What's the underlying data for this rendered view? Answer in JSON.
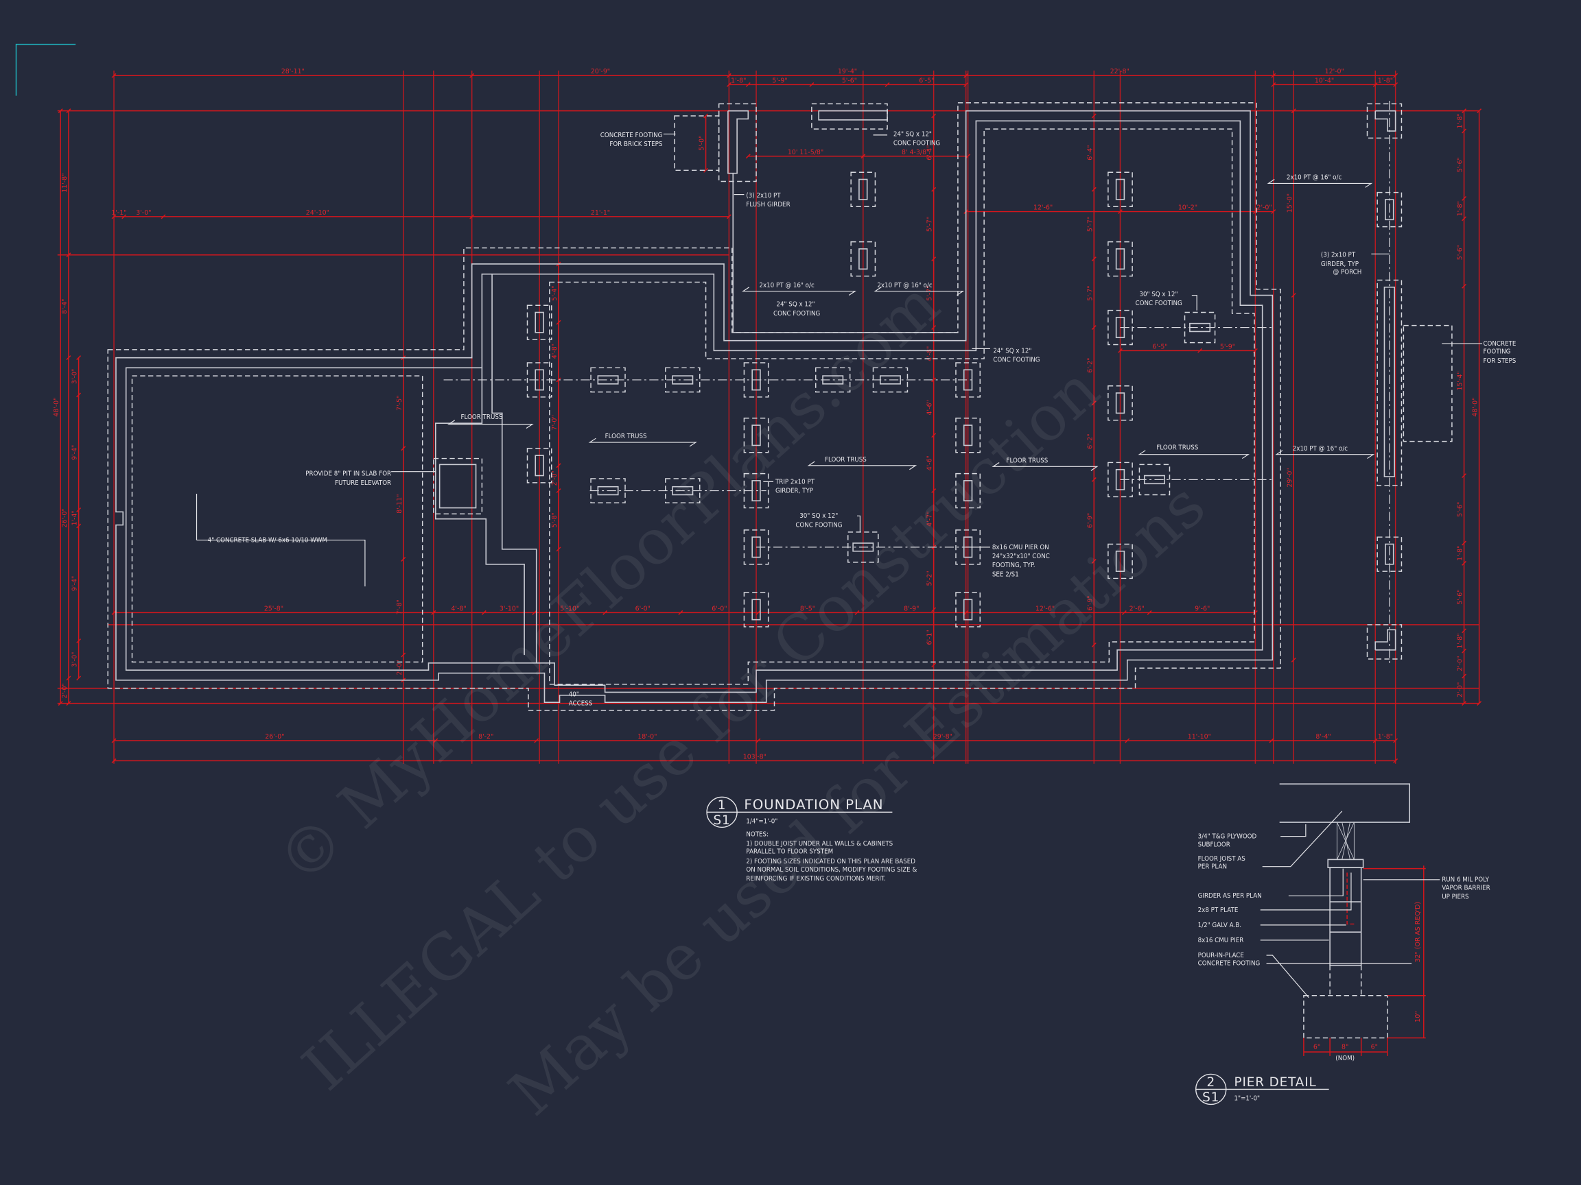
{
  "watermark": [
    "© MyHomeFloorPlans.com",
    "ILLEGAL to use for Construction",
    "May be used for Estimations"
  ],
  "dimensions": {
    "top_overall": [
      "28'-11\"",
      "20'-9\"",
      "19'-4\"",
      "22'-8\"",
      "12'-0\""
    ],
    "top_detail_left": [
      "1'-8\"",
      "5'-9\"",
      "5'-6\"",
      "6'-5\""
    ],
    "top_detail_right": [
      "10'-4\"",
      "1'-8\""
    ],
    "second_row": [
      "1'-1\"",
      "3'-0\"",
      "24'-10\"",
      "21'-1\""
    ],
    "porch_upper": [
      "10' 11-5/8\"",
      "8' 4-3/8\""
    ],
    "center_upper": [
      "12'-6\"",
      "10'-2\"",
      "2'-0\""
    ],
    "right_footing": [
      "6'-5\"",
      "5'-9\""
    ],
    "interior_row": [
      "25'-8\"",
      "4'-8\"",
      "3'-10\"",
      "5'-10\"",
      "6'-0\"",
      "6'-0\"",
      "8'-5\"",
      "8'-9\"",
      "12'-6\"",
      "2'-6\"",
      "9'-6\""
    ],
    "bottom_row": [
      "26'-0\"",
      "8'-2\"",
      "18'-0\"",
      "29'-8\"",
      "11'-10\"",
      "8'-4\"",
      "1'-8\""
    ],
    "bottom_overall": [
      "103'-8\""
    ],
    "left_overall": [
      "48'-0\""
    ],
    "left_mid": [
      "11'-8\"",
      "8'-4\"",
      "26'-0\"",
      "2'-0\""
    ],
    "left_inner": [
      "3'-0\"",
      "9'-4\"",
      "1'-4\"",
      "9'-4\"",
      "3'-0\""
    ],
    "right_overall": [
      "48'-0\""
    ],
    "right_inner": [
      "1'-8\"",
      "5'-6\"",
      "1'-8\"",
      "5'-6\"",
      "15'-4\"",
      "5'-6\"",
      "1'-8\"",
      "5'-6\"",
      "1'-8\"",
      "2'-0\"",
      "2'-0\""
    ],
    "col_a": [
      "5'-4\"",
      "4'-8\"",
      "7'-0\"",
      "2'-0\"",
      "5'-8\""
    ],
    "col_b": [
      "7'-5\"",
      "8'-11\"",
      "7'-8\"",
      "2'-0\""
    ],
    "col_c": [
      "6'-4\"",
      "5'-7\"",
      "5'-7\"",
      "4'-8\"",
      "4'-6\"",
      "4'-6\"",
      "4'-7\"",
      "5'-2\"",
      "6'-1\""
    ],
    "col_d": [
      "6'-4\"",
      "5'-7\"",
      "5'-7\"",
      "6'-2\"",
      "6'-2\"",
      "6'-9\"",
      "6'-9\""
    ],
    "col_e": [
      "15'-0\"",
      "29'-0\""
    ],
    "steps_left": [
      "5'-0\""
    ]
  },
  "annotations": {
    "brick_steps": [
      "CONCRETE FOOTING",
      "FOR BRICK STEPS"
    ],
    "conc_footing_24_top": [
      "24\" SQ x 12\"",
      "CONC FOOTING"
    ],
    "flush_girder": [
      "(3) 2x10 PT",
      "FLUSH GIRDER"
    ],
    "joist_porch_right": "2x10 PT @ 16\" o/c",
    "porch_girder": [
      "(3) 2x10 PT",
      "GIRDER, TYP",
      "@ PORCH"
    ],
    "joist_porch_a": "2x10 PT @ 16\" o/c",
    "joist_porch_b": "2x10 PT @ 16\" o/c",
    "conc_footing_24_mid": [
      "24\" SQ x 12\"",
      "CONC FOOTING"
    ],
    "conc_footing_30_right": [
      "30\" SQ x 12\"",
      "CONC FOOTING"
    ],
    "conc_footing_24_center": [
      "24\" SQ x 12\"",
      "CONC FOOTING"
    ],
    "steps_footing": [
      "CONCRETE",
      "FOOTING",
      "FOR STEPS"
    ],
    "floor_truss": [
      "FLOOR TRUSS",
      "FLOOR TRUSS",
      "FLOOR TRUSS",
      "FLOOR TRUSS",
      "FLOOR TRUSS"
    ],
    "joist_rear_porch": "2x10 PT @ 16\" o/c",
    "elevator": [
      "PROVIDE 8\" PIT IN SLAB FOR",
      "FUTURE ELEVATOR"
    ],
    "trip_girder": [
      "TRIP 2x10 PT",
      "GIRDER, TYP"
    ],
    "conc_footing_30_center": [
      "30\" SQ x 12\"",
      "CONC FOOTING"
    ],
    "cmu_pier": [
      "8x16 CMU PIER ON",
      "24\"x32\"x10\" CONC",
      "FOOTING, TYP.",
      "SEE 2/S1"
    ],
    "slab": "4\" CONCRETE SLAB W/ 6x6 10/10 WWM",
    "access": [
      "40\"",
      "ACCESS"
    ]
  },
  "foundation_plan": {
    "number": "1",
    "sheet": "S1",
    "title": "FOUNDATION PLAN",
    "scale": "1/4\"=1'-0\"",
    "notes_heading": "NOTES:",
    "notes": [
      "1) DOUBLE JOIST UNDER ALL WALLS & CABINETS",
      "PARALLEL TO FLOOR SYSTEM",
      "2) FOOTING SIZES INDICATED ON THIS PLAN ARE BASED",
      "ON NORMAL SOIL CONDITIONS, MODIFY FOOTING SIZE &",
      "REINFORCING IF EXISTING CONDITIONS MERIT."
    ]
  },
  "pier_detail": {
    "number": "2",
    "sheet": "S1",
    "title": "PIER DETAIL",
    "scale": "1\"=1'-0\"",
    "labels": {
      "plywood": [
        "3/4\" T&G PLYWOOD",
        "SUBFLOOR"
      ],
      "joist": [
        "FLOOR JOIST AS",
        "PER PLAN"
      ],
      "girder": "GIRDER AS PER PLAN",
      "plate": "2x8 PT PLATE",
      "anchor": "1/2\" GALV A.B.",
      "pier": "8x16 CMU PIER",
      "footing": [
        "POUR-IN-PLACE",
        "CONCRETE FOOTING"
      ],
      "vapor": [
        "RUN 6 MIL POLY",
        "VAPOR BARRIER",
        "UP PIERS"
      ]
    },
    "dims": {
      "height": "32\" (OR AS REQ'D)",
      "footing_depth": "10\"",
      "widths": [
        "6\"",
        "8\"",
        "6\""
      ],
      "nom": "(NOM)"
    }
  },
  "colors": {
    "background": "#252a3b",
    "dimension": "#d5161c",
    "linework": "#c9cbd3",
    "corner_mark": "#1fb5c0"
  }
}
